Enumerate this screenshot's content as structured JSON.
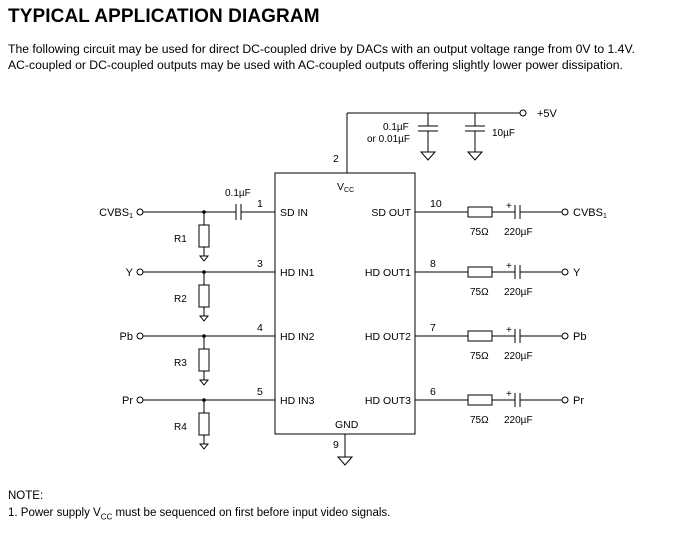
{
  "header": {
    "title": "TYPICAL APPLICATION DIAGRAM",
    "description_line1": "The following circuit may be used for direct DC-coupled drive by DACs with an output voltage range from 0V to 1.4V.",
    "description_line2": "AC-coupled or DC-coupled outputs may be used with AC-coupled outputs offering slightly lower power dissipation."
  },
  "supply": {
    "label": "+5V",
    "cap1_value_a": "0.1µF",
    "cap1_value_b": "or 0.01µF",
    "cap2_value": "10µF"
  },
  "ic": {
    "vcc_pin": "2",
    "vcc_label": "V",
    "vcc_sub": "CC",
    "gnd_pin": "9",
    "gnd_label": "GND"
  },
  "input_cap": "0.1µF",
  "inputs": [
    {
      "label": "CVBS",
      "sub": "1",
      "pin": "1",
      "pin_name": "SD IN",
      "resistor": "R1"
    },
    {
      "label": "Y",
      "sub": "",
      "pin": "3",
      "pin_name": "HD IN1",
      "resistor": "R2"
    },
    {
      "label": "Pb",
      "sub": "",
      "pin": "4",
      "pin_name": "HD IN2",
      "resistor": "R3"
    },
    {
      "label": "Pr",
      "sub": "",
      "pin": "5",
      "pin_name": "HD IN3",
      "resistor": "R4"
    }
  ],
  "outputs": [
    {
      "label": "CVBS",
      "sub": "1",
      "pin": "10",
      "pin_name": "SD OUT",
      "resistor": "75Ω",
      "cap": "220µF"
    },
    {
      "label": "Y",
      "sub": "",
      "pin": "8",
      "pin_name": "HD OUT1",
      "resistor": "75Ω",
      "cap": "220µF"
    },
    {
      "label": "Pb",
      "sub": "",
      "pin": "7",
      "pin_name": "HD OUT2",
      "resistor": "75Ω",
      "cap": "220µF"
    },
    {
      "label": "Pr",
      "sub": "",
      "pin": "6",
      "pin_name": "HD OUT3",
      "resistor": "75Ω",
      "cap": "220µF"
    }
  ],
  "note": {
    "label": "NOTE:",
    "text_before": "1. Power supply V",
    "text_sub": "CC",
    "text_after": " must be sequenced on first before input video signals."
  }
}
